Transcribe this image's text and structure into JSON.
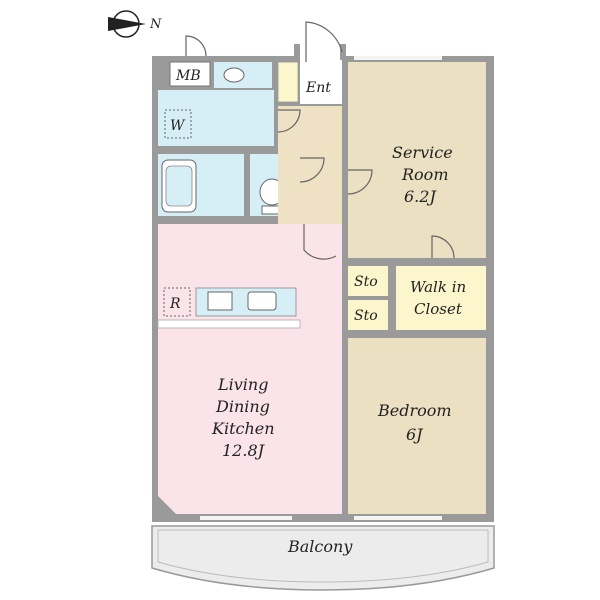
{
  "compass": {
    "north_label": "N"
  },
  "rooms": {
    "mb": "MB",
    "entrance": "Ent",
    "washer": "W",
    "fridge": "R",
    "service_room": {
      "line1": "Service",
      "line2": "Room",
      "size": "6.2J"
    },
    "storage_1": "Sto",
    "storage_2": "Sto",
    "walk_in_closet": {
      "line1": "Walk in",
      "line2": "Closet"
    },
    "ldk": {
      "line1": "Living",
      "line2": "Dining",
      "line3": "Kitchen",
      "size": "12.8J"
    },
    "bedroom": {
      "line1": "Bedroom",
      "size": "6J"
    },
    "balcony": "Balcony"
  },
  "colors": {
    "wall": "#9a9a9a",
    "wet_area": "#d6eef5",
    "ldk": "#fbe3ea",
    "rooms": "#ece0c3",
    "entrance_floor": "#efe2c4",
    "closet": "#fbf6cc",
    "balcony": "#ececec"
  }
}
